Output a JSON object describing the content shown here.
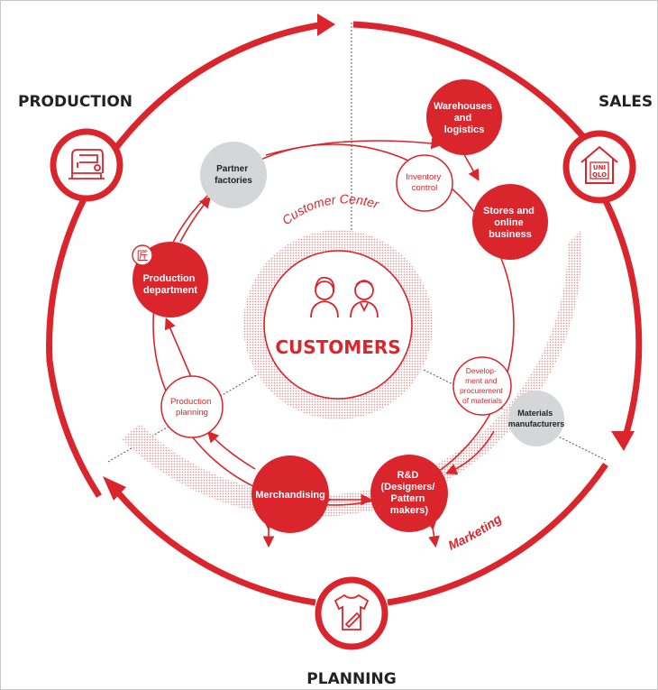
{
  "colors": {
    "red": "#d9252b",
    "grey": "#d4d6d9",
    "dark": "#222222",
    "white": "#ffffff",
    "hatch": "#e7a9aa"
  },
  "sections": {
    "production": "PRODUCTION",
    "sales": "SALES",
    "planning": "PLANNING"
  },
  "center": {
    "title": "CUSTOMERS",
    "ring_label": "Customer Center",
    "icon": "customers-icon"
  },
  "band_label": "Marketing",
  "nodes": {
    "partner_factories": [
      "Partner",
      "factories"
    ],
    "warehouses": [
      "Warehouses",
      "and",
      "logistics"
    ],
    "inventory_control": [
      "Inventory",
      "control"
    ],
    "stores": [
      "Stores and",
      "online",
      "business"
    ],
    "production_department": [
      "Production",
      "department"
    ],
    "production_planning": [
      "Production",
      "planning"
    ],
    "development": [
      "Develop-",
      "ment and",
      "procurement",
      "of materials"
    ],
    "materials_manufacturers": [
      "Materials",
      "manufacturers"
    ],
    "merchandising": [
      "Merchandising"
    ],
    "rnd": [
      "R&D",
      "(Designers/",
      "Pattern",
      "makers)"
    ]
  },
  "badges": {
    "takumi": "匠",
    "uniqlo_top": "UNI",
    "uniqlo_bottom": "QLO"
  },
  "icons": {
    "production": "sewing-machine-icon",
    "sales": "uniqlo-store-icon",
    "planning": "tshirt-pencil-icon"
  }
}
